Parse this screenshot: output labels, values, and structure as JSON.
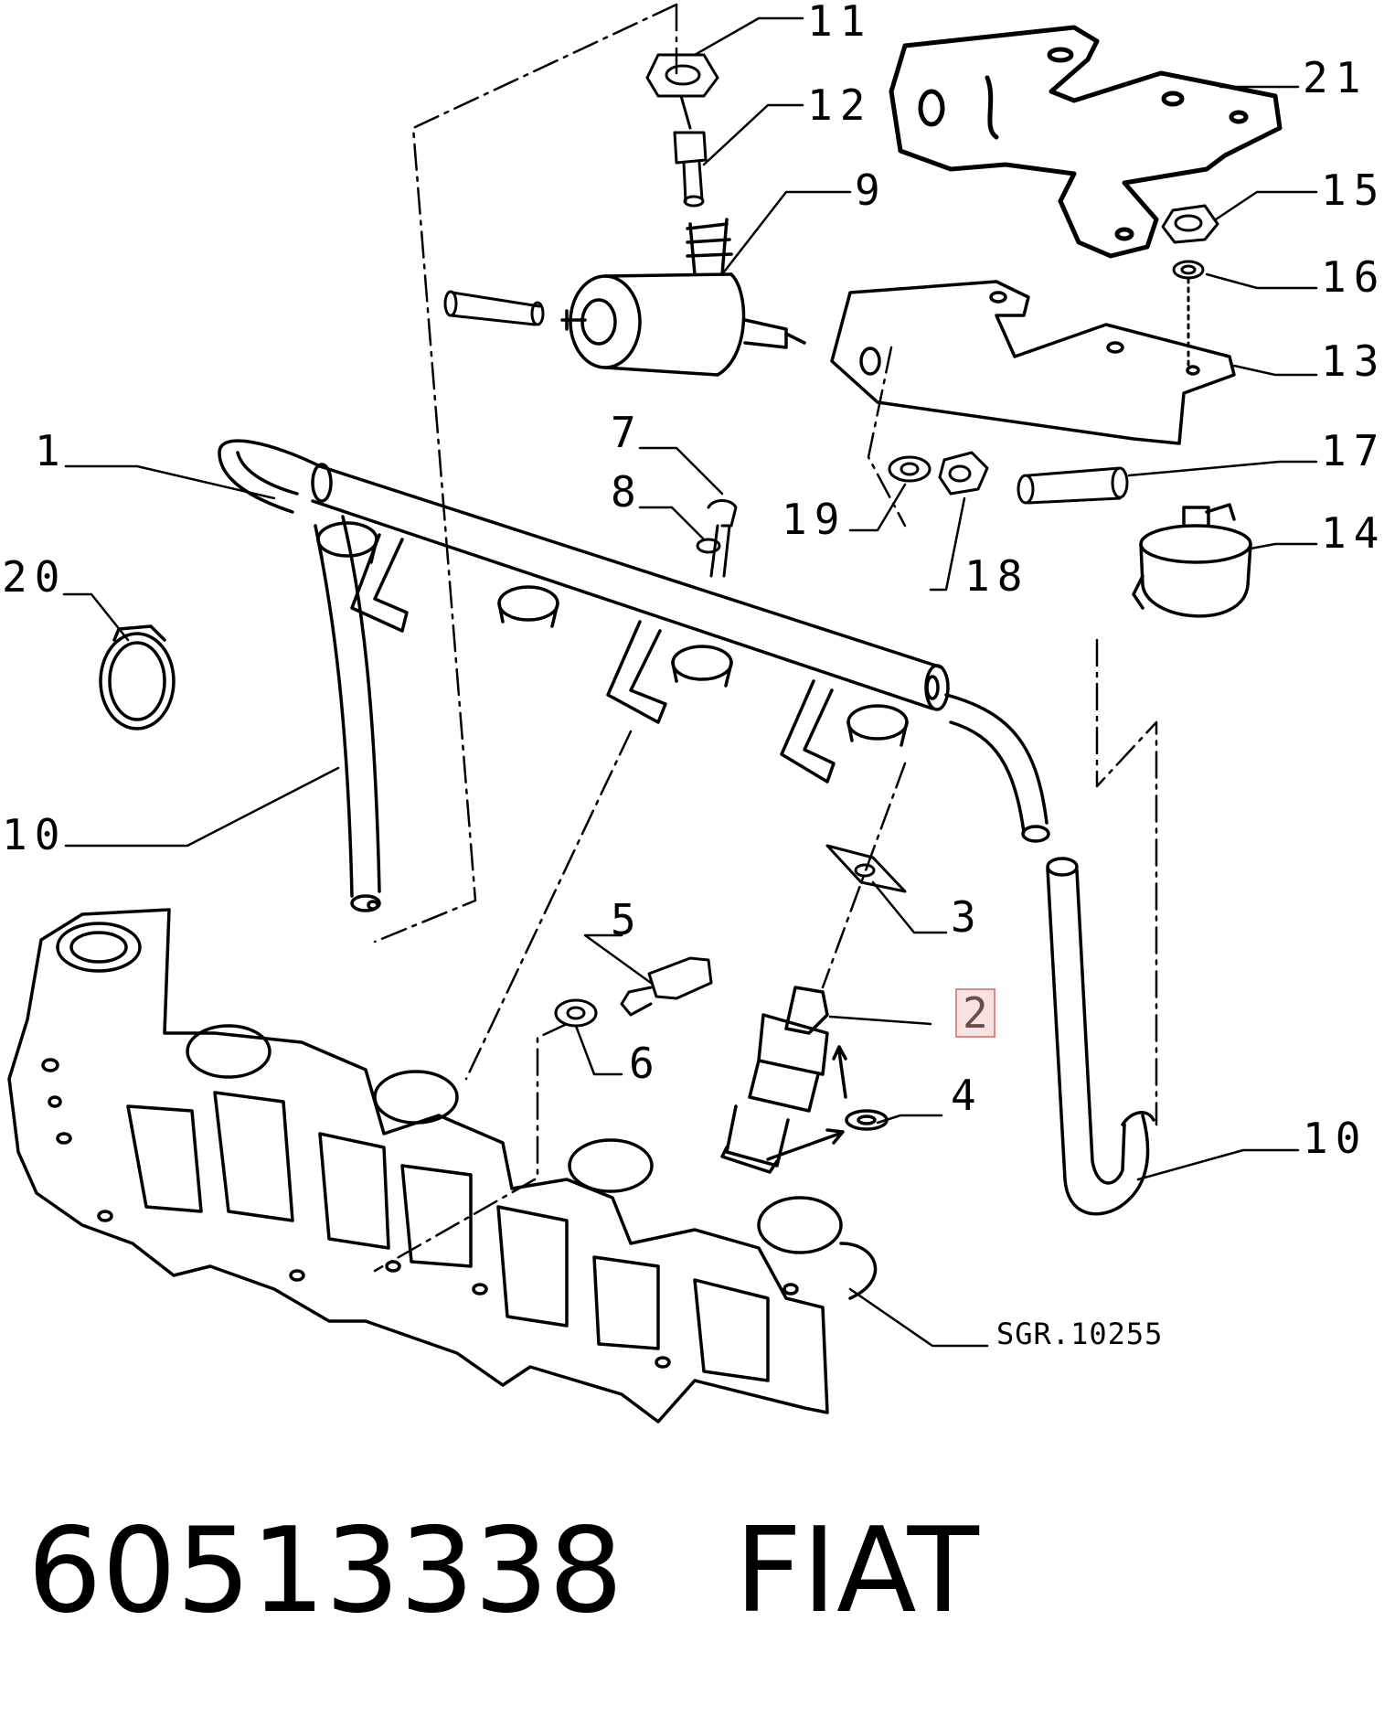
{
  "callouts": [
    {
      "id": "c1",
      "text": "1"
    },
    {
      "id": "c2",
      "text": "2",
      "highlighted": true
    },
    {
      "id": "c3",
      "text": "3"
    },
    {
      "id": "c4",
      "text": "4"
    },
    {
      "id": "c5",
      "text": "5"
    },
    {
      "id": "c6",
      "text": "6"
    },
    {
      "id": "c7",
      "text": "7"
    },
    {
      "id": "c8",
      "text": "8"
    },
    {
      "id": "c9",
      "text": "9"
    },
    {
      "id": "c10a",
      "text": "10"
    },
    {
      "id": "c10b",
      "text": "10"
    },
    {
      "id": "c11",
      "text": "11"
    },
    {
      "id": "c12",
      "text": "12"
    },
    {
      "id": "c13",
      "text": "13"
    },
    {
      "id": "c14",
      "text": "14"
    },
    {
      "id": "c15",
      "text": "15"
    },
    {
      "id": "c16",
      "text": "16"
    },
    {
      "id": "c17",
      "text": "17"
    },
    {
      "id": "c18",
      "text": "18"
    },
    {
      "id": "c19",
      "text": "19"
    },
    {
      "id": "c20",
      "text": "20"
    },
    {
      "id": "c21",
      "text": "21"
    }
  ],
  "drawing_ref": "SGR.10255",
  "footer": {
    "part_number": "60513338",
    "brand": "FIAT"
  },
  "colors": {
    "line": "#000000",
    "highlight_fill": "#f7e1e1",
    "highlight_border": "#d98b8b"
  }
}
